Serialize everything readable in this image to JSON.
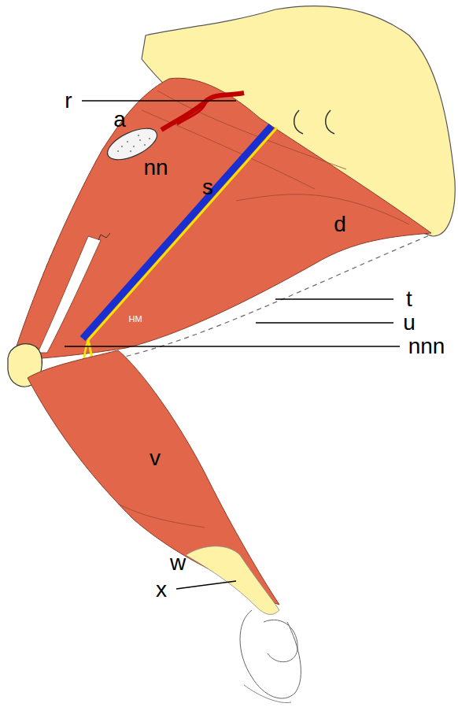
{
  "diagram": {
    "labels": [
      "r",
      "a",
      "nn",
      "s",
      "d",
      "t",
      "u",
      "nnn",
      "v",
      "w",
      "x",
      "HM"
    ]
  }
}
